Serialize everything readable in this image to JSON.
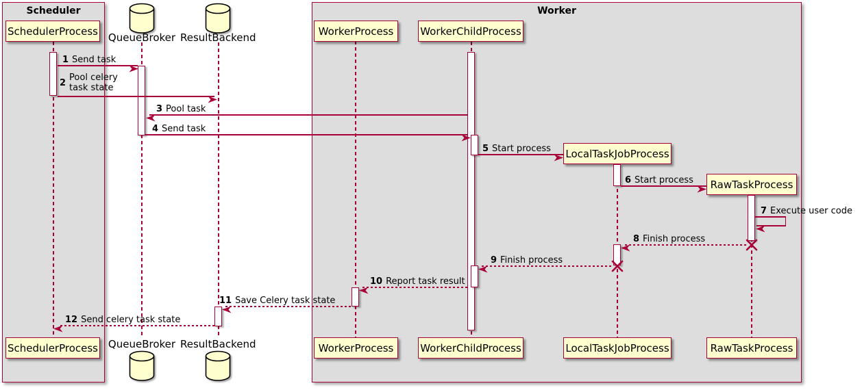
{
  "diagram_type": "sequence-diagram",
  "colors": {
    "accent": "#a80036",
    "participant_fill": "#fefece",
    "frame_fill": "#dddddd",
    "activation_fill": "#ffffff",
    "text": "#000000"
  },
  "frames": {
    "scheduler": "Scheduler",
    "worker": "Worker"
  },
  "participants": {
    "scheduler_process": "SchedulerProcess",
    "queue_broker": "QueueBroker",
    "result_backend": "ResultBackend",
    "worker_process": "WorkerProcess",
    "worker_child_process": "WorkerChildProcess",
    "local_task_job_process": "LocalTaskJobProcess",
    "raw_task_process": "RawTaskProcess"
  },
  "messages": [
    {
      "num": "1",
      "text": "Send task",
      "from": "SchedulerProcess",
      "to": "QueueBroker",
      "style": "solid"
    },
    {
      "num": "2",
      "text": "Pool celery task state",
      "lines": [
        "Pool celery",
        "task state"
      ],
      "from": "SchedulerProcess",
      "to": "ResultBackend",
      "style": "solid"
    },
    {
      "num": "3",
      "text": "Pool task",
      "from": "WorkerChildProcess",
      "to": "QueueBroker",
      "style": "solid"
    },
    {
      "num": "4",
      "text": "Send task",
      "from": "QueueBroker",
      "to": "WorkerChildProcess",
      "style": "solid"
    },
    {
      "num": "5",
      "text": "Start process",
      "from": "WorkerChildProcess",
      "to": "LocalTaskJobProcess",
      "style": "solid",
      "creates": "LocalTaskJobProcess"
    },
    {
      "num": "6",
      "text": "Start process",
      "from": "LocalTaskJobProcess",
      "to": "RawTaskProcess",
      "style": "solid",
      "creates": "RawTaskProcess"
    },
    {
      "num": "7",
      "text": "Execute user code",
      "from": "RawTaskProcess",
      "to": "RawTaskProcess",
      "style": "solid",
      "self": true
    },
    {
      "num": "8",
      "text": "Finish process",
      "from": "RawTaskProcess",
      "to": "LocalTaskJobProcess",
      "style": "dashed",
      "destroys": "RawTaskProcess"
    },
    {
      "num": "9",
      "text": "Finish process",
      "from": "LocalTaskJobProcess",
      "to": "WorkerChildProcess",
      "style": "dashed",
      "destroys": "LocalTaskJobProcess"
    },
    {
      "num": "10",
      "text": "Report task result",
      "from": "WorkerChildProcess",
      "to": "WorkerProcess",
      "style": "dashed"
    },
    {
      "num": "11",
      "text": "Save Celery task state",
      "from": "WorkerProcess",
      "to": "ResultBackend",
      "style": "dashed"
    },
    {
      "num": "12",
      "text": "Send celery task state",
      "from": "ResultBackend",
      "to": "SchedulerProcess",
      "style": "dashed"
    }
  ]
}
